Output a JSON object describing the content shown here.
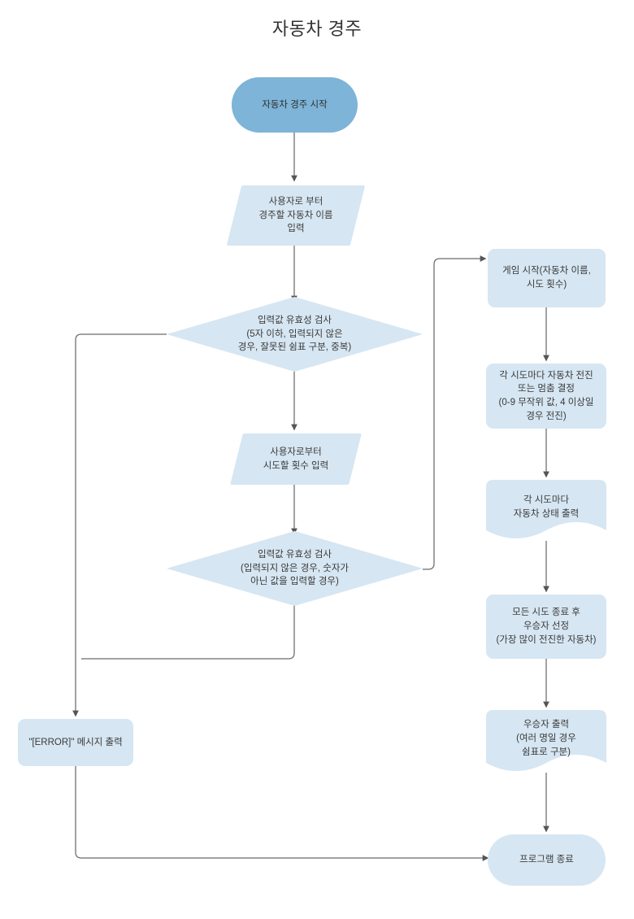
{
  "diagram": {
    "title": "자동차 경주",
    "type": "flowchart",
    "colors": {
      "start_fill": "#7DB4D8",
      "node_fill": "#D6E6F2",
      "edge_stroke": "#6b6b6b",
      "text": "#3a3a3a",
      "background": "#ffffff"
    },
    "nodes": [
      {
        "id": "start",
        "shape": "terminator",
        "label": "자동차 경주 시작"
      },
      {
        "id": "input-car-names",
        "shape": "input-output",
        "label": "사용자로 부터\n경주할 자동차 이름\n입력"
      },
      {
        "id": "validate-names",
        "shape": "decision",
        "label": "입력값 유효성 검사\n(5자 이하, 입력되지 않은\n경우, 잘못된 쉼표 구분, 중복)"
      },
      {
        "id": "input-attempts",
        "shape": "input-output",
        "label": "사용자로부터\n시도할 횟수 입력"
      },
      {
        "id": "validate-attempts",
        "shape": "decision",
        "label": "입력값 유효성 검사\n(입력되지 않은 경우, 숫자가\n아닌 값을 입력할 경우)"
      },
      {
        "id": "error-output",
        "shape": "process",
        "label": "\"[ERROR]\" 메시지 출력"
      },
      {
        "id": "game-start",
        "shape": "process",
        "label": "게임 시작(자동차 이름,\n시도 횟수)"
      },
      {
        "id": "move-or-stop",
        "shape": "process",
        "label": "각 시도마다 자동차 전진\n또는 멈춤 결정\n(0-9 무작위 값, 4 이상일\n경우 전진)"
      },
      {
        "id": "print-state",
        "shape": "document",
        "label": "각 시도마다\n자동차 상태 출력"
      },
      {
        "id": "select-winner",
        "shape": "process",
        "label": "모든 시도 종료 후\n우승자 선정\n(가장 많이 전진한 자동차)"
      },
      {
        "id": "print-winner",
        "shape": "document",
        "label": "우승자 출력\n(여러 명일 경우\n쉼표로 구분)"
      },
      {
        "id": "end",
        "shape": "terminator",
        "label": "프로그램 종료"
      }
    ],
    "edges": [
      {
        "from": "start",
        "to": "input-car-names",
        "label": ""
      },
      {
        "from": "input-car-names",
        "to": "validate-names",
        "label": ""
      },
      {
        "from": "validate-names",
        "to": "input-attempts",
        "label": ""
      },
      {
        "from": "validate-names",
        "to": "error-output",
        "label": ""
      },
      {
        "from": "input-attempts",
        "to": "validate-attempts",
        "label": ""
      },
      {
        "from": "validate-attempts",
        "to": "game-start",
        "label": ""
      },
      {
        "from": "validate-attempts",
        "to": "error-output",
        "label": ""
      },
      {
        "from": "game-start",
        "to": "move-or-stop",
        "label": ""
      },
      {
        "from": "move-or-stop",
        "to": "print-state",
        "label": ""
      },
      {
        "from": "print-state",
        "to": "select-winner",
        "label": ""
      },
      {
        "from": "select-winner",
        "to": "print-winner",
        "label": ""
      },
      {
        "from": "print-winner",
        "to": "end",
        "label": ""
      },
      {
        "from": "error-output",
        "to": "end",
        "label": ""
      }
    ]
  }
}
